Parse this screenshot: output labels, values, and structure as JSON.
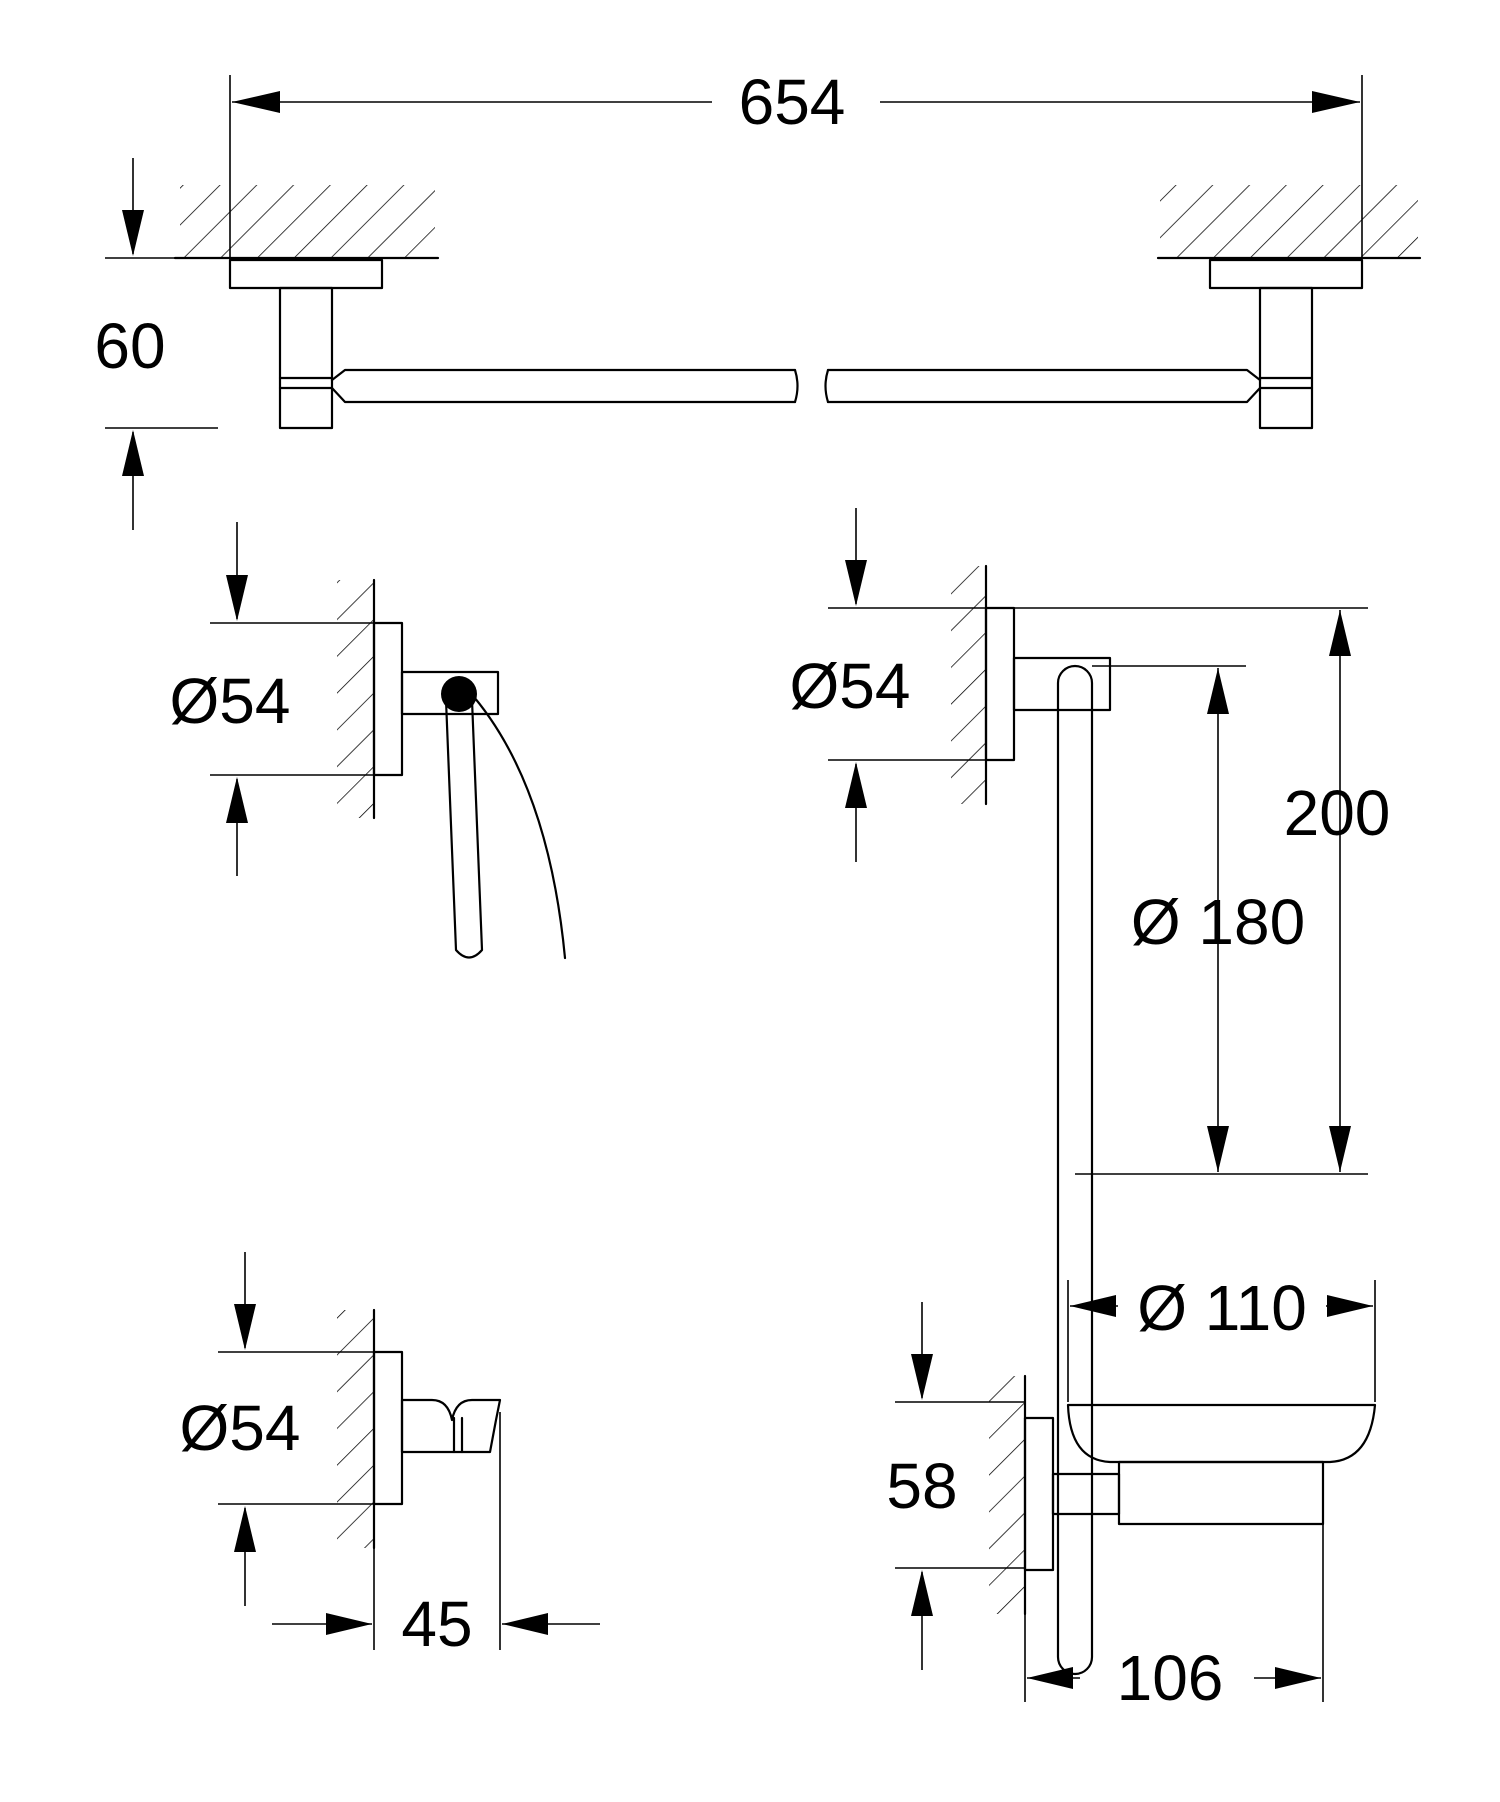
{
  "colors": {
    "line": "#000000",
    "background": "#ffffff"
  },
  "dimensions": {
    "towel_bar_length": "654",
    "towel_bar_projection": "60",
    "paper_holder_diameter": "Ø54",
    "towel_ring_rosette_diameter": "Ø54",
    "towel_ring_height": "200",
    "towel_ring_diameter": "Ø 180",
    "hook_diameter": "Ø54",
    "hook_projection": "45",
    "soap_dish_diameter": "Ø 110",
    "soap_dish_height": "58",
    "soap_dish_projection": "106"
  }
}
